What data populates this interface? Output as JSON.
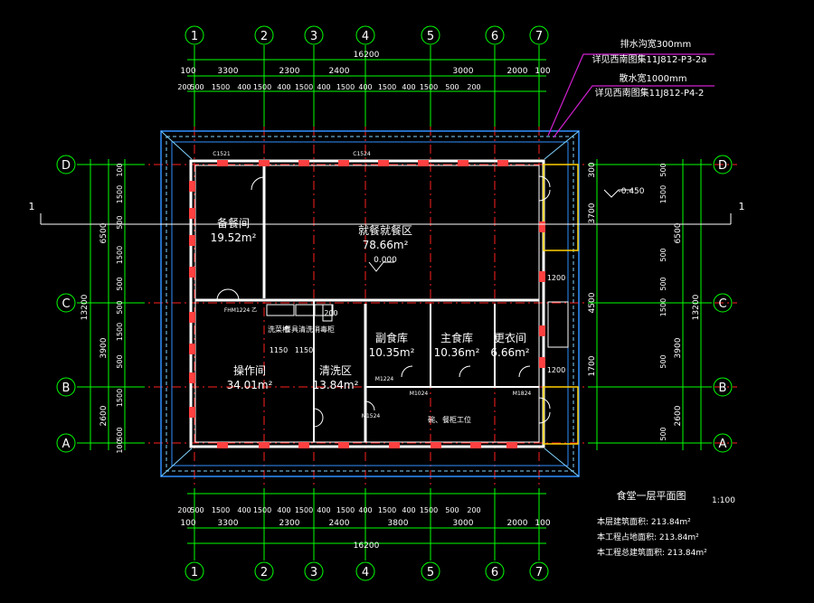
{
  "axes": {
    "columns": [
      "1",
      "2",
      "3",
      "4",
      "5",
      "6",
      "7"
    ],
    "rows": [
      "D",
      "C",
      "B",
      "A"
    ]
  },
  "dimensions": {
    "top_total": "16200",
    "bottom_total": "16200",
    "top_bays": [
      "100",
      "3300",
      "2300",
      "2400",
      "3000",
      "2000",
      "100"
    ],
    "bottom_bays": [
      "100",
      "3300",
      "2300",
      "2400",
      "3800",
      "3000",
      "2000",
      "100"
    ],
    "top_detail": [
      "200",
      "500",
      "1500",
      "400",
      "1500",
      "400",
      "1500",
      "400",
      "1500",
      "400",
      "1500",
      "400",
      "1500",
      "500",
      "200"
    ],
    "bottom_detail": [
      "200",
      "500",
      "1500",
      "400",
      "1500",
      "400",
      "1500",
      "400",
      "1500",
      "400",
      "1500",
      "400",
      "1500",
      "500",
      "200"
    ],
    "left_total": "13200",
    "left_bays": [
      "6500",
      "3900",
      "2600"
    ],
    "left_detail": [
      "100",
      "1500",
      "500",
      "1500",
      "500",
      "500",
      "1500",
      "500",
      "1500",
      "500",
      "100"
    ],
    "right_total": "13200",
    "right_bays": [
      "6500",
      "3900",
      "2600"
    ],
    "right_inner": [
      "300",
      "3700",
      "4500",
      "1700"
    ],
    "right_detail": [
      "500",
      "1500",
      "500",
      "500",
      "1500",
      "500",
      "500"
    ],
    "small": [
      "1200",
      "1200",
      "1150",
      "1150",
      "200"
    ]
  },
  "notes": {
    "drain_ditch": "排水沟宽300mm",
    "drain_ref": "详见西南图集11J812-P3-2a",
    "apron": "散水宽1000mm",
    "apron_ref": "详见西南图集11J812-P4-2",
    "elevation_out": "-0.450",
    "elevation_in": "0.000"
  },
  "section_mark": "1",
  "rooms": [
    {
      "name": "备餐间",
      "area": "19.52m²"
    },
    {
      "name": "就餐就餐区",
      "area": "78.66m²"
    },
    {
      "name": "副食库",
      "area": "10.35m²"
    },
    {
      "name": "主食库",
      "area": "10.36m²"
    },
    {
      "name": "更衣间",
      "area": "6.66m²"
    },
    {
      "name": "操作间",
      "area": "34.01m²"
    },
    {
      "name": "清洗区",
      "area": "13.84m²"
    }
  ],
  "fixtures": [
    "洗菜槽",
    "餐具清洗消毒柜",
    "碗、餐柜工位",
    "FHM1224 乙",
    "M1024",
    "M1524",
    "M1824",
    "C1521",
    "C1524",
    "M1224"
  ],
  "title": {
    "name": "食堂一层平面图",
    "scale": "1:100",
    "stats": [
      "本层建筑面积: 213.84m²",
      "本工程占地面积: 213.84m²",
      "本工程总建筑面积: 213.84m²"
    ]
  },
  "colors": {
    "axis": "#00ff00",
    "axis_line": "#ff2020",
    "dim": "#00ff00",
    "wall": "#ffffff",
    "apron": "#2f8fff",
    "ditch": "#7fd4ff",
    "window": "#ff4040",
    "door": "#ffffff",
    "leader": "#d020d0",
    "yellow": "#ffd000",
    "text": "#ffffff"
  }
}
